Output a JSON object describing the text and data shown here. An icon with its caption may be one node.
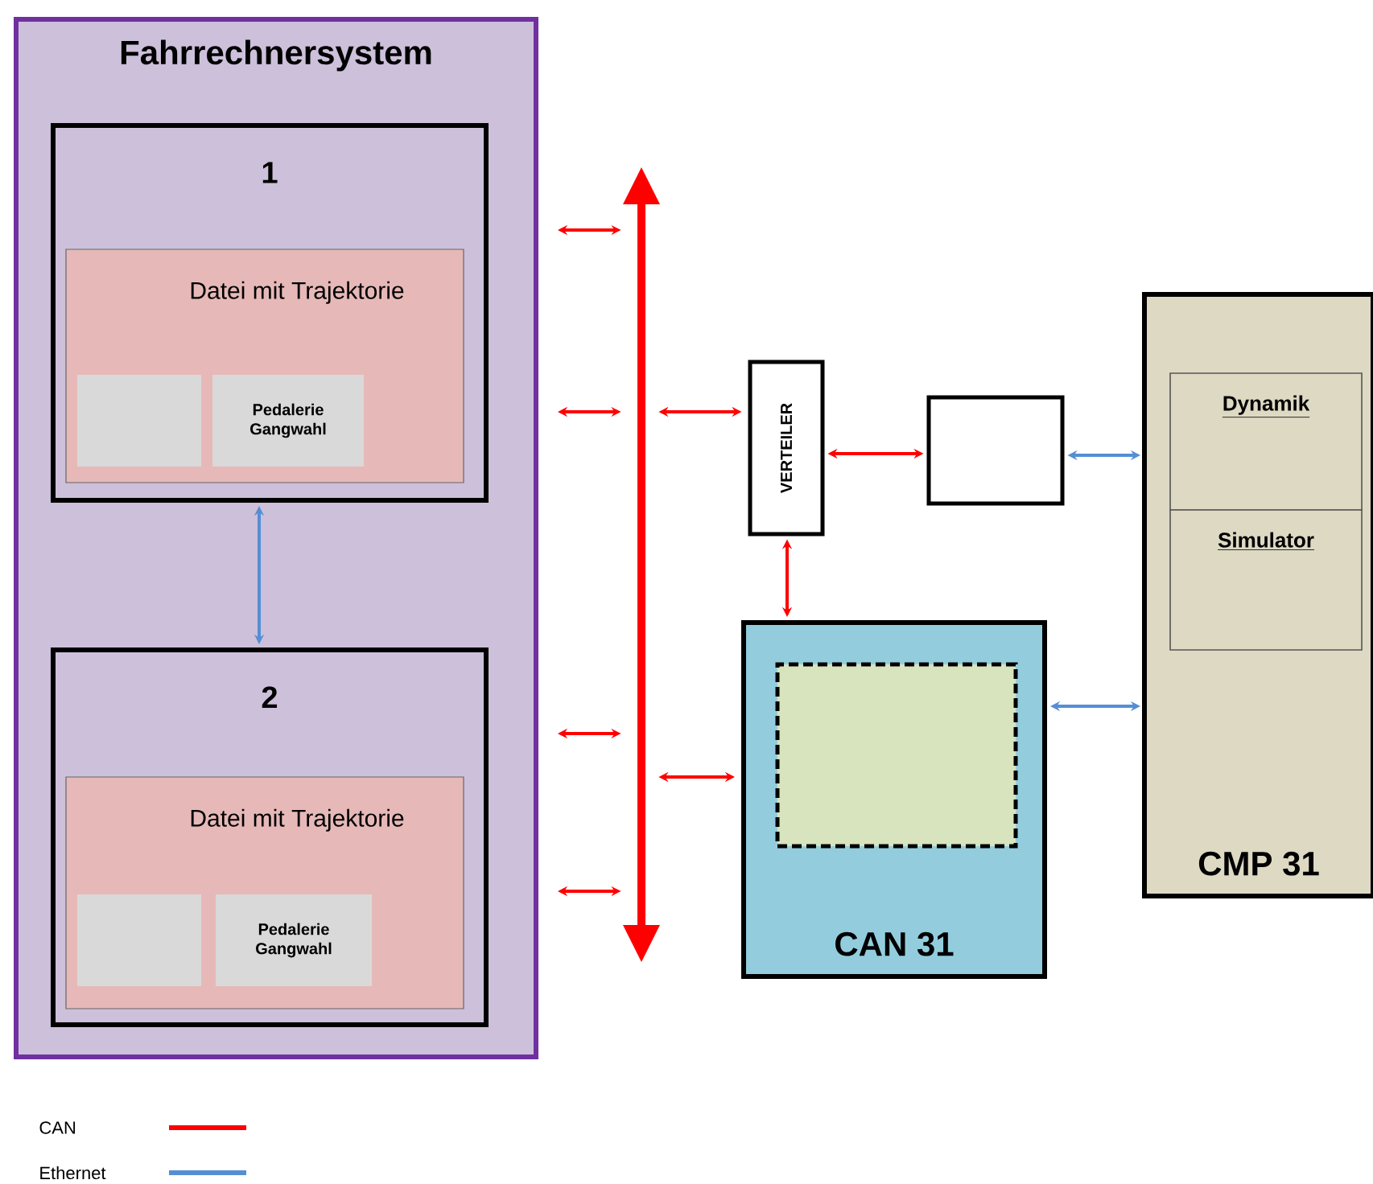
{
  "diagram": {
    "nodes": [
      {
        "text": [
          "Fahrrechnersystem"
        ]
      },
      {
        "text": [
          "1"
        ],
        "in": 0
      },
      {
        "text": [
          "Datei mit Trajektorie"
        ],
        "in": 1
      },
      {
        "text": [],
        "shape": "box",
        "in": 2
      },
      {
        "text": [
          "Pedalerie Gangwahl"
        ],
        "in": 2
      },
      {
        "text": [
          "2"
        ],
        "in": 0
      },
      {
        "text": [
          "Datei mit Trajektorie"
        ],
        "in": 5
      },
      {
        "text": [],
        "shape": "box",
        "in": 6
      },
      {
        "text": [
          "Pedalerie Gangwahl"
        ],
        "in": 6
      },
      {
        "text": [],
        "shape": "bar"
      },
      {
        "text": [
          "VERTEILER"
        ]
      },
      {
        "text": [],
        "shape": "box"
      },
      {
        "text": [
          "CAN 31"
        ]
      },
      {
        "text": [],
        "shape": "box",
        "in": 12
      },
      {
        "text": [
          "CMP 31"
        ]
      },
      {
        "text": [
          "Dynamik"
        ],
        "in": 14
      },
      {
        "text": [
          "Simulator"
        ],
        "in": 14
      }
    ],
    "edges": [
      {
        "from": 1,
        "to": 5,
        "arrow": "both",
        "color": "#558ed5"
      },
      {
        "from": 0,
        "to": 9,
        "arrow": "both"
      },
      {
        "from": 0,
        "to": 9,
        "arrow": "both"
      },
      {
        "from": 0,
        "to": 9,
        "arrow": "both"
      },
      {
        "from": 0,
        "to": 9,
        "arrow": "both"
      },
      {
        "from": 9,
        "to": 10,
        "arrow": "both"
      },
      {
        "from": 10,
        "to": 11,
        "arrow": "both"
      },
      {
        "from": 10,
        "to": 12,
        "arrow": "both"
      },
      {
        "from": 9,
        "to": 12,
        "arrow": "both"
      },
      {
        "from": 11,
        "to": 14,
        "arrow": "both",
        "color": "#558ed5"
      },
      {
        "from": 12,
        "to": 14,
        "arrow": "both",
        "color": "#558ed5"
      }
    ],
    "legend": [
      {
        "text": "CAN"
      },
      {
        "text": "Ethernet"
      }
    ]
  }
}
